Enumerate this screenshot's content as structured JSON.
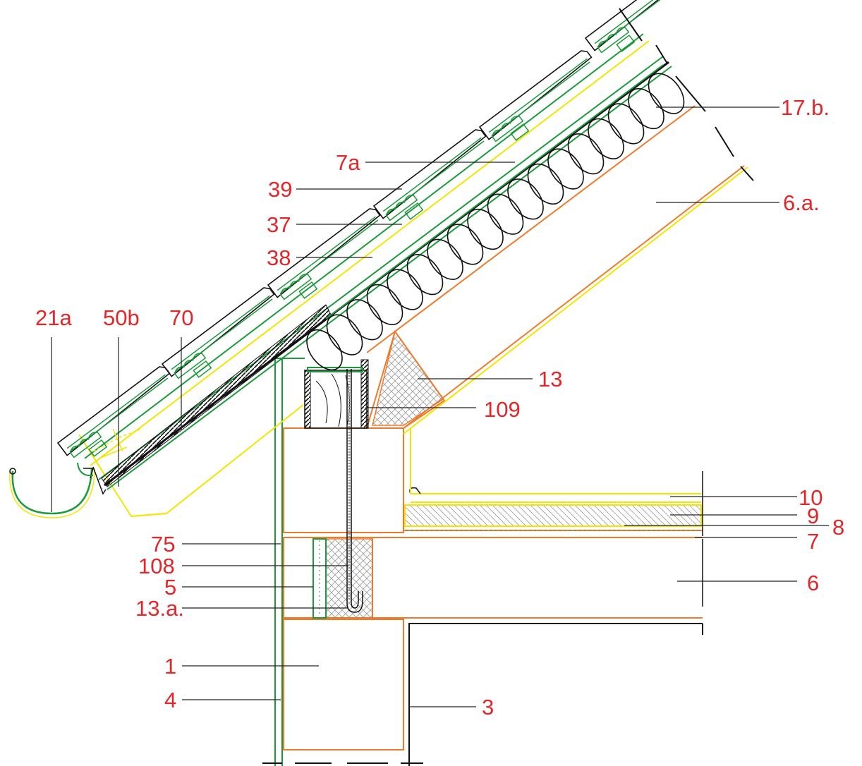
{
  "colors": {
    "label": "#e4262a",
    "leader": "#222222",
    "tile_green": "#1b9a3c",
    "batten_yellow": "#f2e600",
    "timber_orange": "#ef7a2c",
    "outline_black": "#111111",
    "hatch_gray": "#9a9a9a"
  },
  "labels": {
    "l17b": "17.b.",
    "l7a": "7a",
    "l39": "39",
    "l6a": "6.a.",
    "l37": "37",
    "l38": "38",
    "l21a": "21a",
    "l50b": "50b",
    "l70": "70",
    "l13": "13",
    "l109": "109",
    "l10": "10",
    "l9": "9",
    "l8": "8",
    "l7": "7",
    "l75": "75",
    "l108": "108",
    "l5": "5",
    "l13a": "13.a.",
    "l6": "6",
    "l1": "1",
    "l4": "4",
    "l3": "3"
  }
}
